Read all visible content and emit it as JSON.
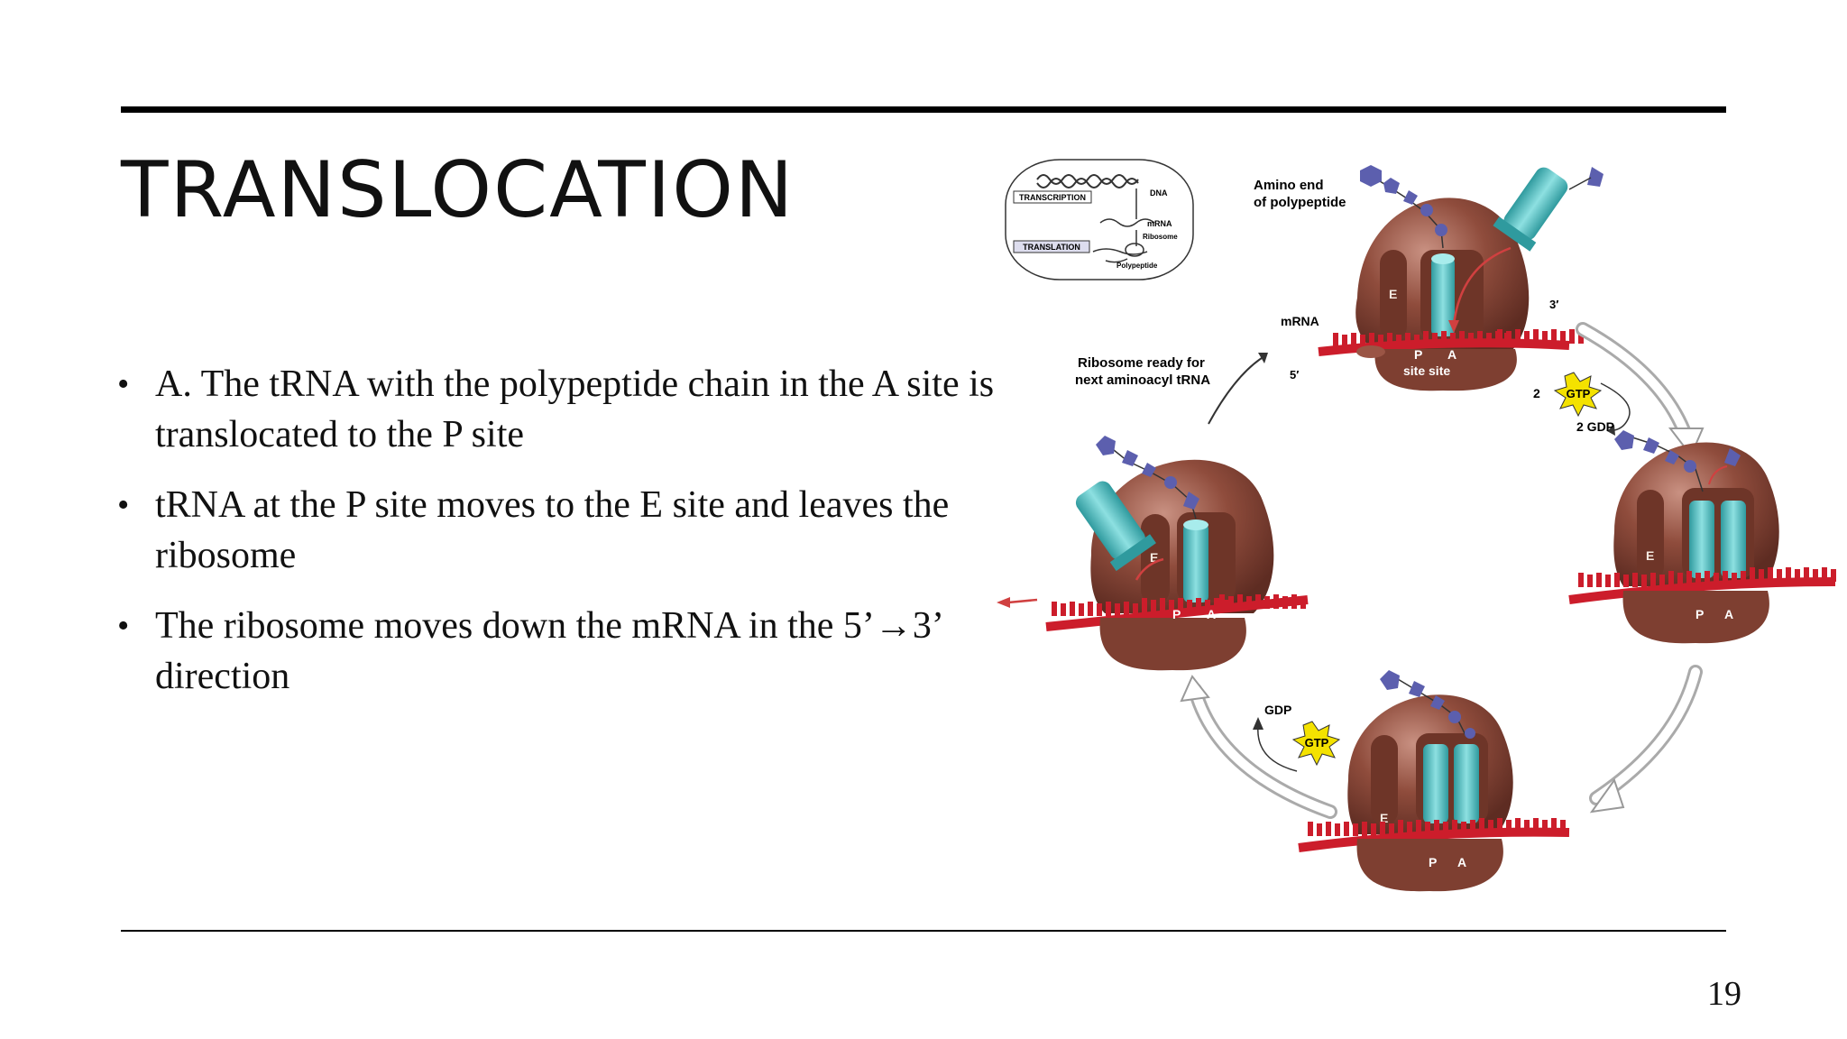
{
  "slide": {
    "title": "TRANSLOCATION",
    "bullets": [
      "A. The tRNA with the polypeptide chain in the A site is translocated to the P site",
      "tRNA at the P site moves to the E site and leaves the ribosome",
      "The ribosome moves down the mRNA in the 5’→3’ direction"
    ],
    "page_number": "19"
  },
  "figure": {
    "inset": {
      "transcription": "TRANSCRIPTION",
      "translation": "TRANSLATION",
      "dna": "DNA",
      "mrna": "mRNA",
      "ribosome": "Ribosome",
      "polypeptide": "Polypeptide"
    },
    "labels": {
      "amino_end_1": "Amino end",
      "amino_end_2": "of polypeptide",
      "mrna": "mRNA",
      "five_prime": "5′",
      "three_prime": "3′",
      "ready_1": "Ribosome ready for",
      "ready_2": "next aminoacyl tRNA",
      "p_site_top": "P",
      "a_site_top": "A",
      "site_site": "site site",
      "two_gtp_prefix": "2",
      "gtp": "GTP",
      "two_gdp": "2 GDP",
      "gdp": "GDP",
      "e": "E",
      "p": "P",
      "a": "A"
    },
    "colors": {
      "ribosome": "#8a4a3a",
      "trna": "#4fb8bb",
      "mrna": "#cc1d2b",
      "peptide": "#5c5fae",
      "gtp_burst": "#f4e200"
    }
  }
}
